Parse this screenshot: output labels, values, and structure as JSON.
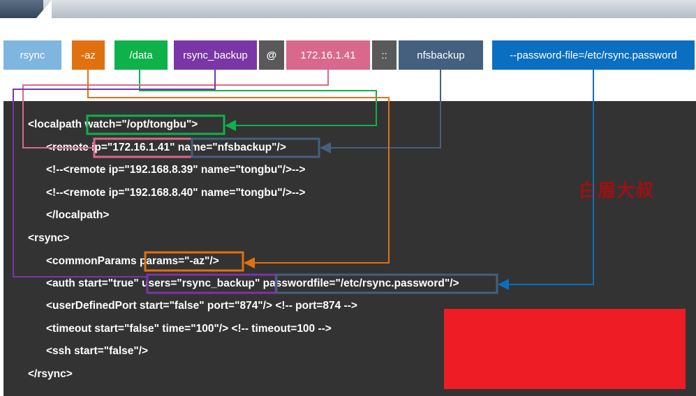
{
  "command": {
    "parts": [
      {
        "id": "rsync",
        "text": "rsync",
        "color": "#7eb6df"
      },
      {
        "id": "az",
        "text": "-az",
        "color": "#e17110"
      },
      {
        "id": "data",
        "text": "/data",
        "color": "#0fb14a"
      },
      {
        "id": "user",
        "text": "rsync_backup",
        "color": "#7a36a6"
      },
      {
        "id": "at",
        "text": "@",
        "color": "#595959"
      },
      {
        "id": "ip",
        "text": "172.16.1.41",
        "color": "#d9688d"
      },
      {
        "id": "sep",
        "text": "::",
        "color": "#595959"
      },
      {
        "id": "module",
        "text": "nfsbackup",
        "color": "#44607e"
      },
      {
        "id": "passfile",
        "text": "--password-file=/etc/rsync.password",
        "color": "#0b6fc1"
      }
    ]
  },
  "code": {
    "l1a": "<localpath ",
    "l1b": "watch=\"/opt/tongbu\">",
    "l2a": "<remote ",
    "l2b": "ip=\"172.16.1.41\"",
    "l2c": " name=\"nfsbackup\"/>",
    "l3": "<!--<remote ip=\"192.168.8.39\" name=\"tongbu\"/>-->",
    "l4": "<!--<remote ip=\"192.168.8.40\" name=\"tongbu\"/>-->",
    "l5": "</localpath>",
    "l6": "<rsync>",
    "l7a": "<commonParams ",
    "l7b": "params=\"-az\"/>",
    "l8a": "<auth start=\"true\" ",
    "l8b": "users=\"rsync_backup\"",
    "l8c": " passwordfile=\"/etc/rsync.password\"/>",
    "l9": "<userDefinedPort start=\"false\" port=\"874\"/> <!-- port=874 -->",
    "l10": "<timeout start=\"false\" time=\"100\"/> <!-- timeout=100 -->",
    "l11": "<ssh start=\"false\"/>",
    "l12": "</rsync>"
  },
  "watermark": "白眉大叔",
  "colors": {
    "green": "#0fb14a",
    "pink": "#d9688d",
    "navy": "#44607e",
    "orange": "#e17110",
    "purple": "#7a36a6",
    "blue": "#0b6fc1",
    "panel": "#333333",
    "redblock": "#ee1c25"
  }
}
